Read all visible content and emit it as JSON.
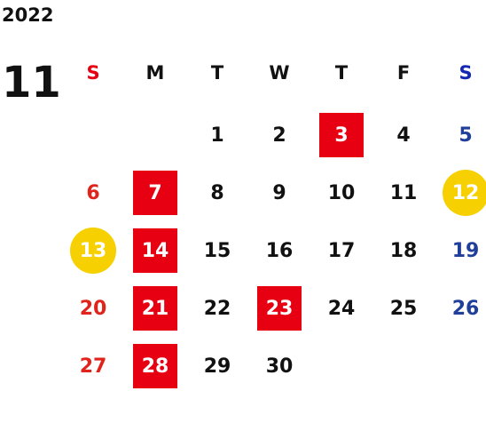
{
  "calendar": {
    "year": "2022",
    "month": "11",
    "weekday_headers": [
      "S",
      "M",
      "T",
      "W",
      "T",
      "F",
      "S"
    ],
    "colors": {
      "sunday": "#e0241c",
      "saturday": "#1f3f9a",
      "highlight_box": "#e60012",
      "highlight_circle": "#f6d000"
    },
    "weeks": [
      [
        {
          "day": "",
          "style": "plain"
        },
        {
          "day": "",
          "style": "plain"
        },
        {
          "day": "1",
          "style": "plain"
        },
        {
          "day": "2",
          "style": "plain"
        },
        {
          "day": "3",
          "style": "box"
        },
        {
          "day": "4",
          "style": "plain"
        },
        {
          "day": "5",
          "style": "plain"
        }
      ],
      [
        {
          "day": "6",
          "style": "plain"
        },
        {
          "day": "7",
          "style": "box"
        },
        {
          "day": "8",
          "style": "plain"
        },
        {
          "day": "9",
          "style": "plain"
        },
        {
          "day": "10",
          "style": "plain"
        },
        {
          "day": "11",
          "style": "plain"
        },
        {
          "day": "12",
          "style": "circle"
        }
      ],
      [
        {
          "day": "13",
          "style": "circle"
        },
        {
          "day": "14",
          "style": "box"
        },
        {
          "day": "15",
          "style": "plain"
        },
        {
          "day": "16",
          "style": "plain"
        },
        {
          "day": "17",
          "style": "plain"
        },
        {
          "day": "18",
          "style": "plain"
        },
        {
          "day": "19",
          "style": "plain"
        }
      ],
      [
        {
          "day": "20",
          "style": "plain"
        },
        {
          "day": "21",
          "style": "box"
        },
        {
          "day": "22",
          "style": "plain"
        },
        {
          "day": "23",
          "style": "box"
        },
        {
          "day": "24",
          "style": "plain"
        },
        {
          "day": "25",
          "style": "plain"
        },
        {
          "day": "26",
          "style": "plain"
        }
      ],
      [
        {
          "day": "27",
          "style": "plain"
        },
        {
          "day": "28",
          "style": "box"
        },
        {
          "day": "29",
          "style": "plain"
        },
        {
          "day": "30",
          "style": "plain"
        },
        {
          "day": "",
          "style": "plain"
        },
        {
          "day": "",
          "style": "plain"
        },
        {
          "day": "",
          "style": "plain"
        }
      ]
    ]
  }
}
